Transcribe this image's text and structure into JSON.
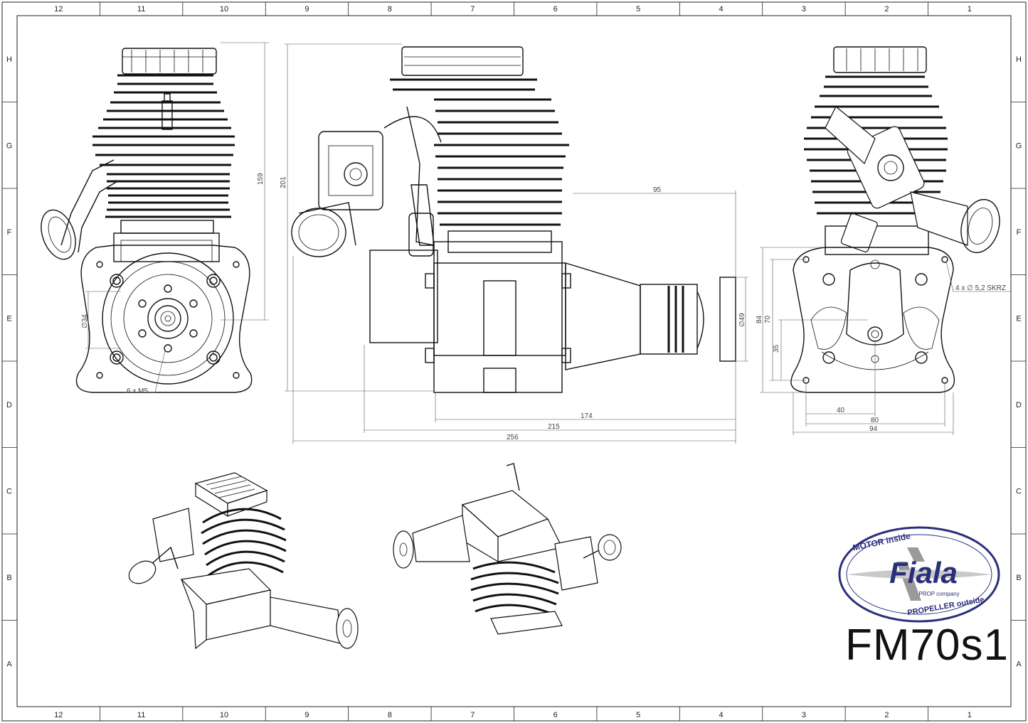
{
  "sheet": {
    "columns": [
      "12",
      "11",
      "10",
      "9",
      "8",
      "7",
      "6",
      "5",
      "4",
      "3",
      "2",
      "1"
    ],
    "rows": [
      "H",
      "G",
      "F",
      "E",
      "D",
      "C",
      "B",
      "A"
    ],
    "title": "FM70s1"
  },
  "dimensions": {
    "front": {
      "height": "159",
      "diameter": "∅34",
      "holes": "6 x M5"
    },
    "side": {
      "total_height": "201",
      "d95": "95",
      "shaft_dia": "∅49",
      "d174": "174",
      "d215": "215",
      "d256": "256"
    },
    "rear": {
      "holes": "4 x ∅ 5,2 SKRZ",
      "d84": "84",
      "d70": "70",
      "d35": "35",
      "d40": "40",
      "d80": "80",
      "d94": "94"
    }
  },
  "logo": {
    "top_text": "MOTOR inside",
    "brand": "Fiala",
    "sub": "PROP company",
    "bottom_text": "PROPELLER outside",
    "colors": {
      "navy": "#2a2f7a",
      "grey": "#9a9a9a"
    }
  }
}
